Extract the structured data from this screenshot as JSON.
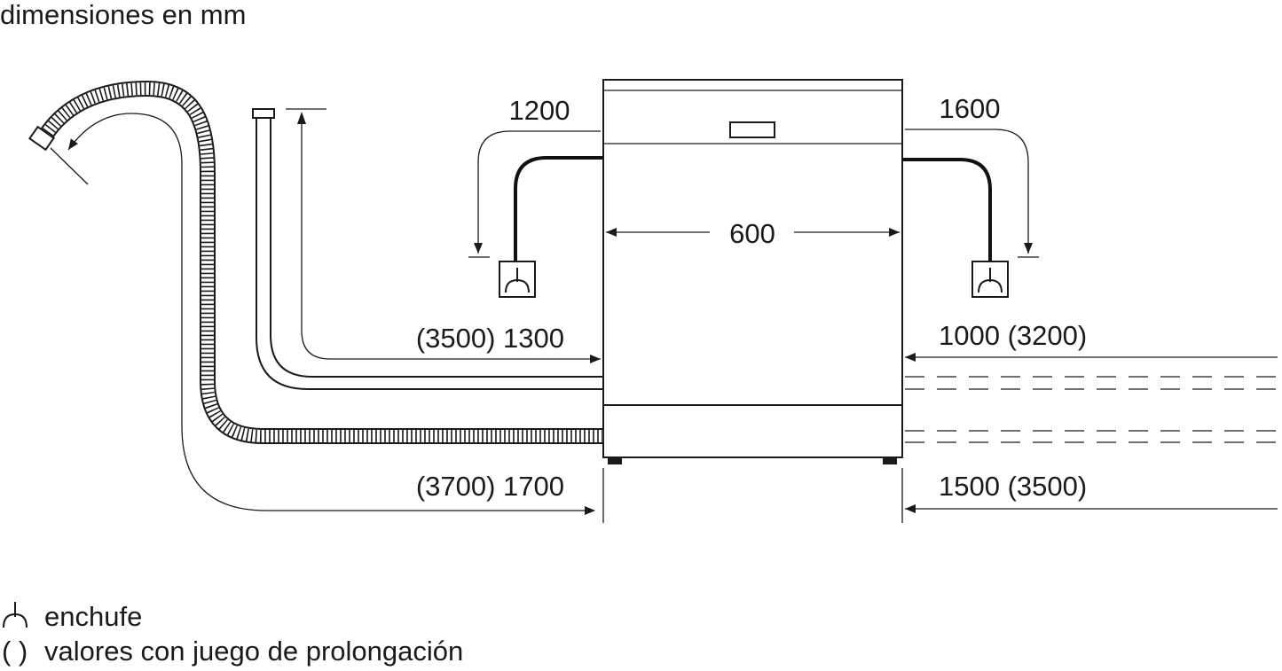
{
  "title": "dimensiones en mm",
  "dimensions": {
    "width": "600",
    "cable_left": "1200",
    "cable_right": "1600",
    "water_inlet_left": "(3500) 1300",
    "water_inlet_right": "1000 (3200)",
    "drain_left": "(3700) 1700",
    "drain_right": "1500 (3500)"
  },
  "legend": {
    "plug_symbol": "plug-icon",
    "plug_label": "enchufe",
    "parens_symbol": "( )",
    "parens_label": "valores con juego de prolongación"
  },
  "colors": {
    "line": "#1a1a1a",
    "background": "#ffffff"
  }
}
